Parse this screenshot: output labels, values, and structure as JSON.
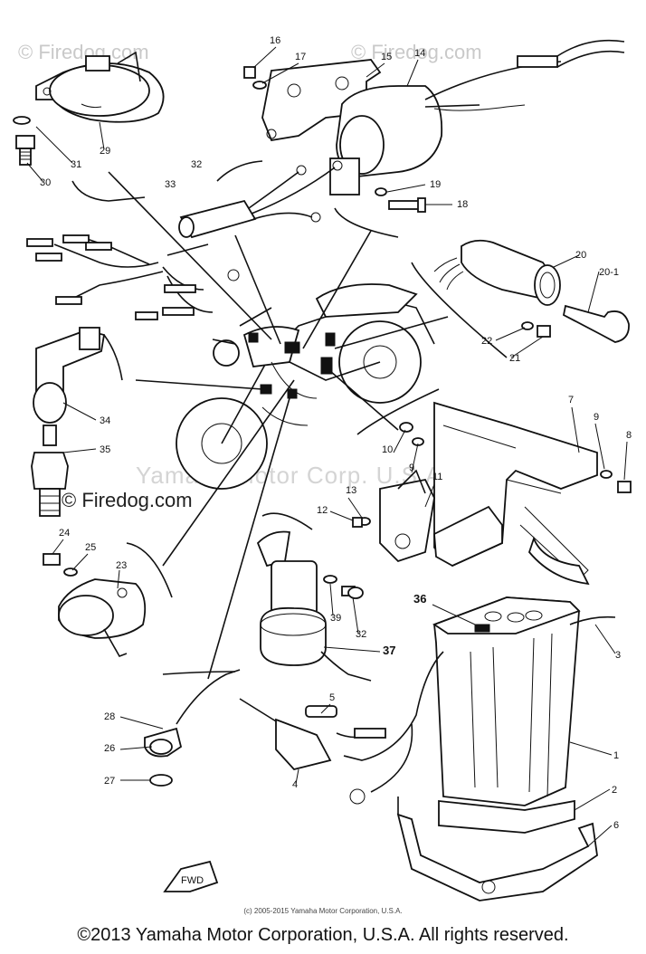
{
  "watermarks": {
    "top_left": "© Firedog.com",
    "top_right": "© Firedog.com",
    "center": "Yamaha Motor Corp. U.S.A.",
    "site_label": "© Firedog.com"
  },
  "footer": {
    "fineprint": "(c) 2005-2015 Yamaha Motor Corporation, U.S.A.",
    "copyright": "©2013 Yamaha Motor Corporation, U.S.A. All rights reserved."
  },
  "fwd_label": "FWD",
  "callouts": [
    {
      "id": "c16",
      "text": "16"
    },
    {
      "id": "c17",
      "text": "17"
    },
    {
      "id": "c15",
      "text": "15"
    },
    {
      "id": "c14",
      "text": "14"
    },
    {
      "id": "c29",
      "text": "29"
    },
    {
      "id": "c31",
      "text": "31"
    },
    {
      "id": "c30",
      "text": "30"
    },
    {
      "id": "c32a",
      "text": "32"
    },
    {
      "id": "c33",
      "text": "33"
    },
    {
      "id": "c19",
      "text": "19"
    },
    {
      "id": "c18",
      "text": "18"
    },
    {
      "id": "c20",
      "text": "20"
    },
    {
      "id": "c20-1",
      "text": "20-1"
    },
    {
      "id": "c22",
      "text": "22"
    },
    {
      "id": "c21",
      "text": "21"
    },
    {
      "id": "c34",
      "text": "34"
    },
    {
      "id": "c35",
      "text": "35"
    },
    {
      "id": "c7",
      "text": "7"
    },
    {
      "id": "c9a",
      "text": "9"
    },
    {
      "id": "c8",
      "text": "8"
    },
    {
      "id": "c10",
      "text": "10"
    },
    {
      "id": "c9b",
      "text": "9"
    },
    {
      "id": "c11",
      "text": "11"
    },
    {
      "id": "c13",
      "text": "13"
    },
    {
      "id": "c12",
      "text": "12"
    },
    {
      "id": "c24",
      "text": "24"
    },
    {
      "id": "c25",
      "text": "25"
    },
    {
      "id": "c23",
      "text": "23"
    },
    {
      "id": "c39",
      "text": "39"
    },
    {
      "id": "c32b",
      "text": "32"
    },
    {
      "id": "c36",
      "text": "36"
    },
    {
      "id": "c37",
      "text": "37"
    },
    {
      "id": "c3",
      "text": "3"
    },
    {
      "id": "c5",
      "text": "5"
    },
    {
      "id": "c28",
      "text": "28"
    },
    {
      "id": "c26",
      "text": "26"
    },
    {
      "id": "c27",
      "text": "27"
    },
    {
      "id": "c4",
      "text": "4"
    },
    {
      "id": "c1",
      "text": "1"
    },
    {
      "id": "c2",
      "text": "2"
    },
    {
      "id": "c6",
      "text": "6"
    }
  ]
}
